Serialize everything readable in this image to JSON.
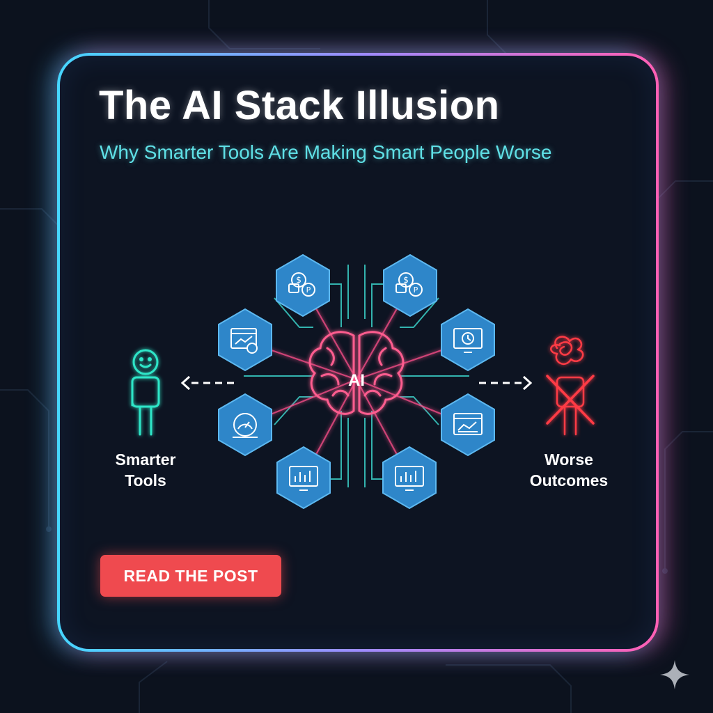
{
  "header": {
    "title": "The AI Stack Illusion",
    "subtitle": "Why Smarter Tools Are Making Smart People Worse"
  },
  "diagram": {
    "center_label": "AI",
    "left_label": "Smarter\nTools",
    "right_label": "Worse\nOutcomes",
    "tool_icons": [
      "dollar-pay-icon",
      "dollar-pay-icon",
      "chart-window-icon",
      "clock-monitor-icon",
      "gauge-icon",
      "line-chart-window-icon",
      "bar-chart-monitor-icon",
      "bar-chart-monitor-icon"
    ]
  },
  "cta": {
    "label": "READ THE POST"
  },
  "colors": {
    "accent_cyan": "#46d6ff",
    "accent_pink": "#ff5fb4",
    "subtitle": "#5fe0e6",
    "hex_fill": "#2e86c9",
    "brain": "#ff5d8f",
    "cta": "#ef4a4f",
    "warning": "#ff3b45",
    "person_ok": "#2ee6c8"
  }
}
